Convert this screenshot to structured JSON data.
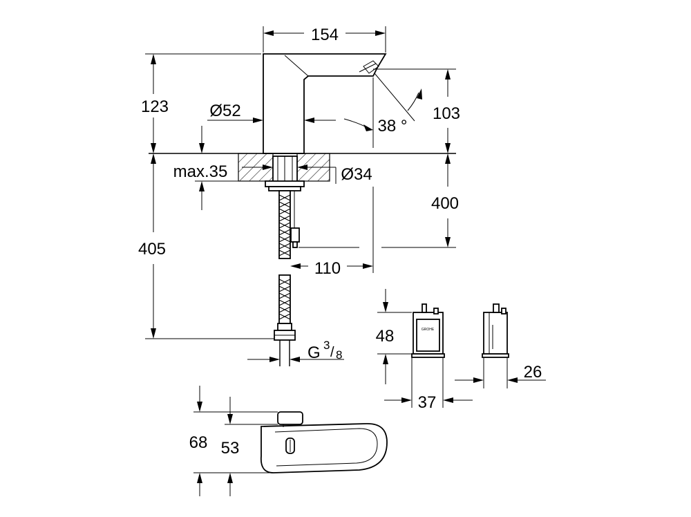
{
  "dimensions": {
    "width_top": "154",
    "height_above": "123",
    "diameter_body": "Ø52",
    "spout_angle": "38 °",
    "spout_height": "103",
    "max_deck": "max.35",
    "diameter_hole": "Ø34",
    "below_deck": "400",
    "hose_length": "405",
    "offset": "110",
    "thread_main": "G",
    "thread_num": "3",
    "thread_den": "8",
    "box_height": "48",
    "box_width": "37",
    "box_depth": "26",
    "side_h_outer": "68",
    "side_h_inner": "53"
  },
  "logo": "GROHE"
}
